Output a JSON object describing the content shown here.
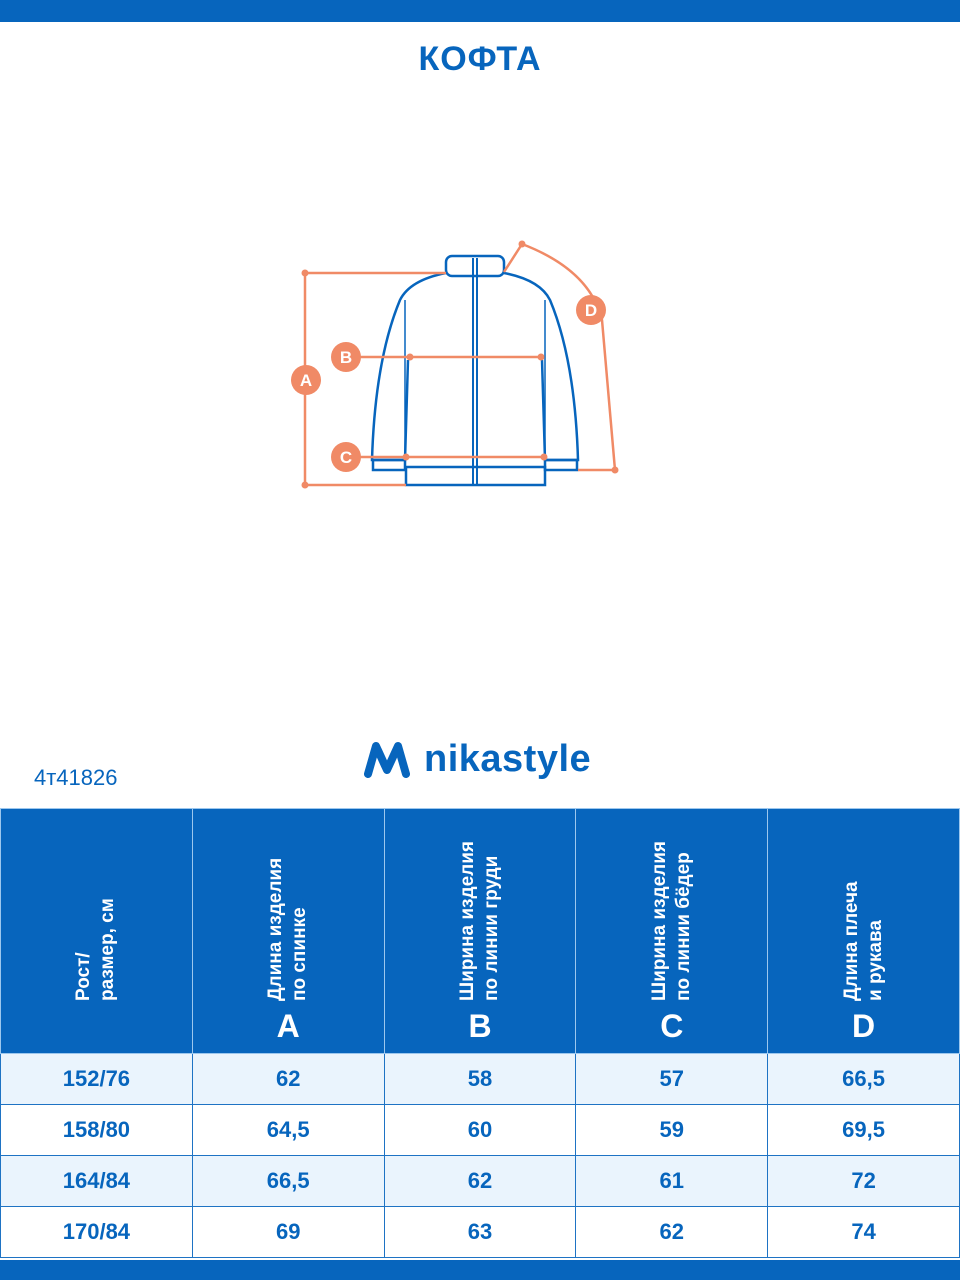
{
  "title": "КОФТА",
  "article": "4т41826",
  "brand": "nikastyle",
  "colors": {
    "primary": "#0765BD",
    "accent": "#F08A66",
    "row_alt": "#EAF4FD"
  },
  "diagram_labels": [
    "A",
    "B",
    "C",
    "D"
  ],
  "table": {
    "headers": [
      {
        "text": "Рост/\nразмер, см",
        "letter": ""
      },
      {
        "text": "Длина изделия\nпо спинке",
        "letter": "A"
      },
      {
        "text": "Ширина изделия\nпо линии груди",
        "letter": "B"
      },
      {
        "text": "Ширина изделия\nпо линии бёдер",
        "letter": "C"
      },
      {
        "text": "Длина плеча\nи рукава",
        "letter": "D"
      }
    ],
    "rows": [
      [
        "152/76",
        "62",
        "58",
        "57",
        "66,5"
      ],
      [
        "158/80",
        "64,5",
        "60",
        "59",
        "69,5"
      ],
      [
        "164/84",
        "66,5",
        "62",
        "61",
        "72"
      ],
      [
        "170/84",
        "69",
        "63",
        "62",
        "74"
      ]
    ]
  }
}
